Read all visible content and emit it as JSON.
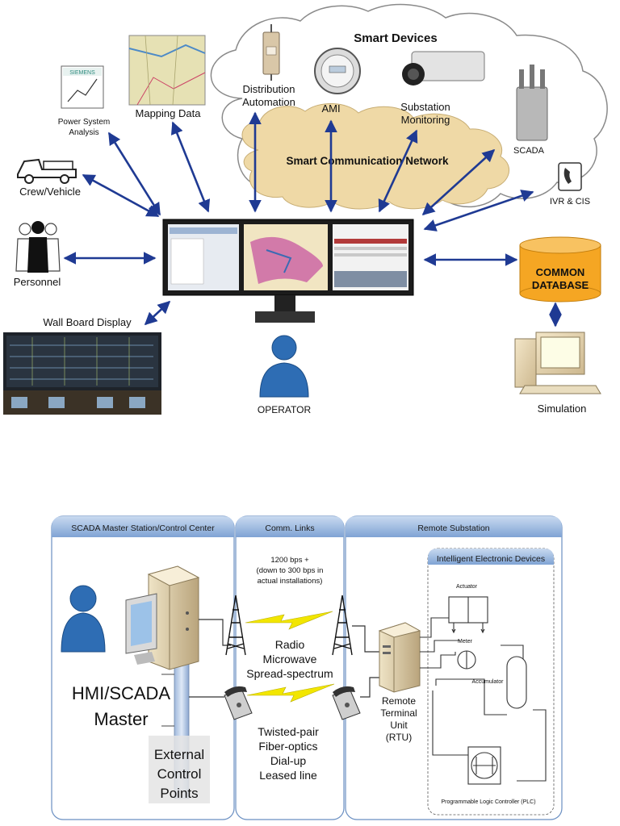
{
  "top": {
    "cloud_title": "Smart Devices",
    "network_label": "Smart Communication Network",
    "distribution_automation": [
      "Distribution",
      "Automation"
    ],
    "ami": "AMI",
    "substation_monitoring": [
      "Substation",
      "Monitoring"
    ],
    "scada": "SCADA",
    "ivr_cis": "IVR & CIS",
    "power_system_analysis": [
      "Power System",
      "Analysis"
    ],
    "siemens": "SIEMENS",
    "mapping_data": "Mapping Data",
    "crew_vehicle": "Crew/Vehicle",
    "personnel": "Personnel",
    "wall_board": "Wall Board Display",
    "operator": "OPERATOR",
    "common_database": [
      "COMMON",
      "DATABASE"
    ],
    "simulation": "Simulation"
  },
  "bottom": {
    "header_master": "SCADA Master Station/Control Center",
    "header_comm": "Comm. Links",
    "header_remote": "Remote Substation",
    "ied_title": "Intelligent Electronic Devices",
    "bps_note": [
      "1200 bps +",
      "(down to 300 bps in",
      "actual installations)"
    ],
    "radio_lines": [
      "Radio",
      "Microwave",
      "Spread-spectrum"
    ],
    "wire_lines": [
      "Twisted-pair",
      "Fiber-optics",
      "Dial-up",
      "Leased line"
    ],
    "hmi_lines": [
      "HMI/SCADA",
      "Master"
    ],
    "external_lines": [
      "External",
      "Control",
      "Points"
    ],
    "rtu_lines": [
      "Remote",
      "Terminal",
      "Unit",
      "(RTU)"
    ],
    "actuator": "Actuator",
    "meter": "Meter",
    "accumulator": "Accumulator",
    "plc": "Programmable Logic Controller (PLC)"
  },
  "colors": {
    "arrow": "#1f3a93",
    "database": "#f5a623",
    "header": "#8fb0dc",
    "operator": "#2e6db4",
    "lightning": "#f2e600"
  }
}
